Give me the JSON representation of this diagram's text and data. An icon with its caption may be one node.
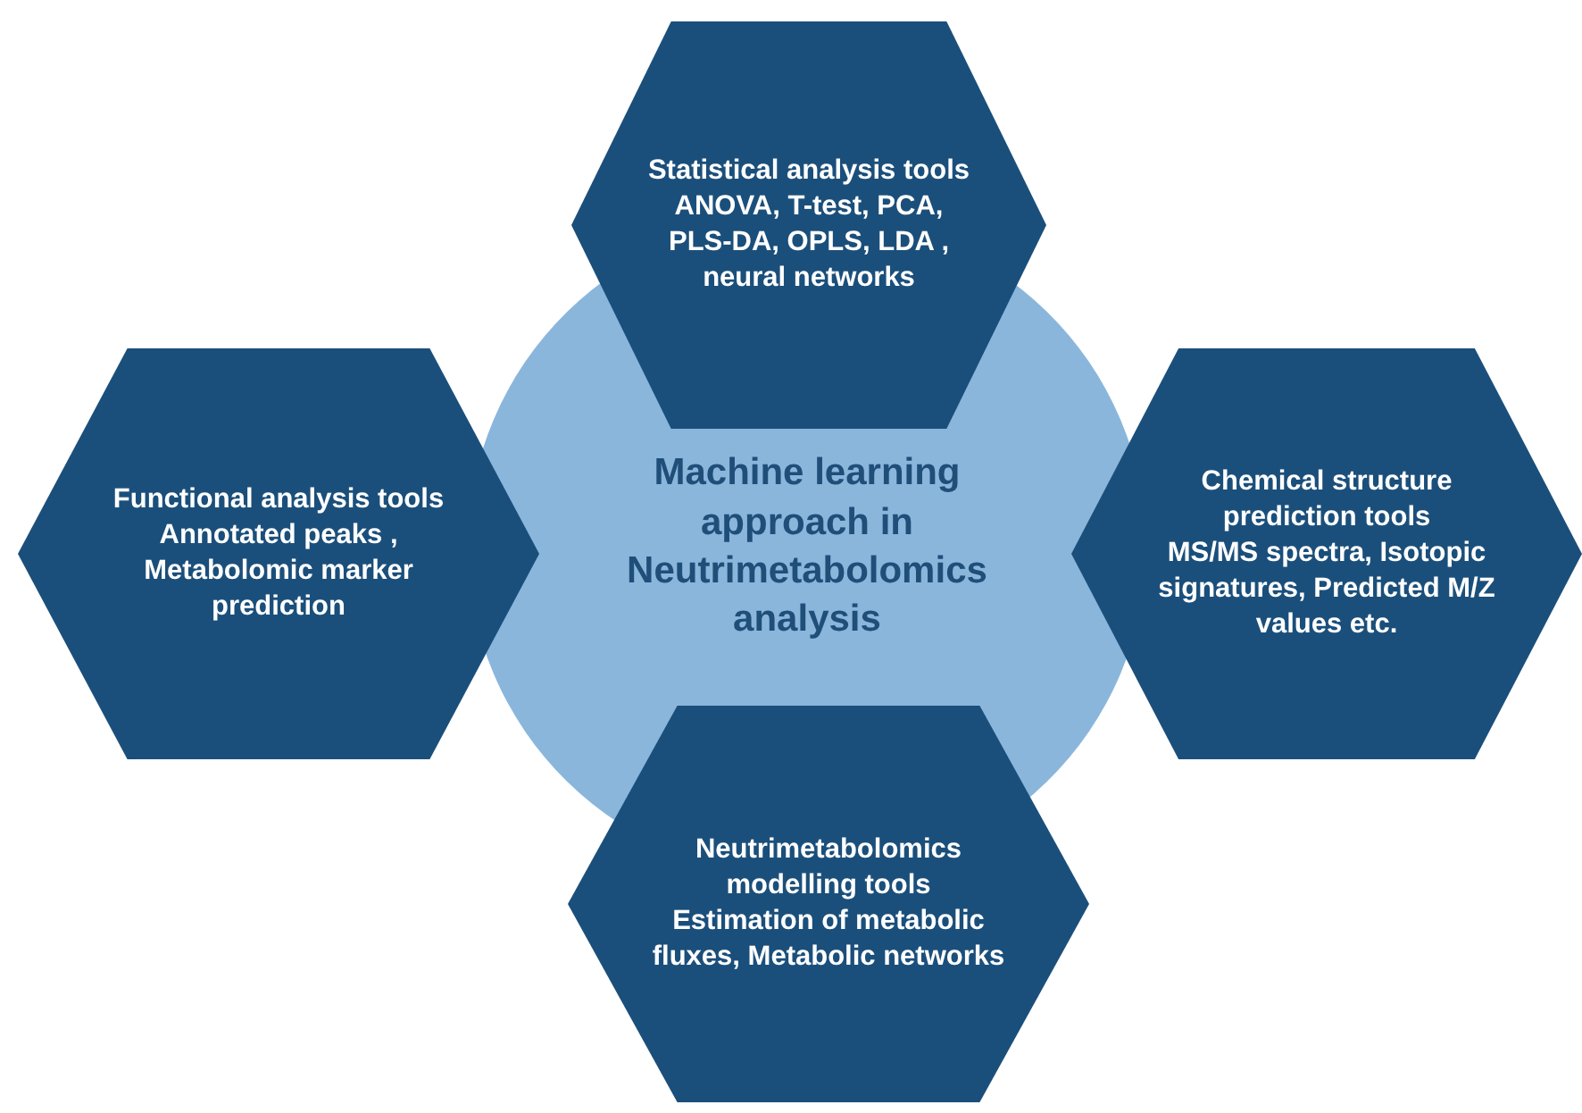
{
  "diagram": {
    "nodes": [
      {
        "text": [
          "Statistical analysis tools",
          "ANOVA, T-test, PCA, PLS-DA, OPLS, LDA , neural networks"
        ]
      },
      {
        "text": [
          "Functional analysis tools",
          "Annotated peaks , Metabolomic marker prediction"
        ]
      },
      {
        "text": [
          "Machine learning approach in Neutrimetabolomics analysis"
        ]
      },
      {
        "text": [
          "Chemical structure prediction tools",
          "MS/MS spectra, Isotopic signatures, Predicted M/Z values etc."
        ]
      },
      {
        "text": [
          "Neutrimetabolomics modelling tools",
          "Estimation of metabolic fluxes, Metabolic networks"
        ]
      }
    ],
    "edges": []
  }
}
